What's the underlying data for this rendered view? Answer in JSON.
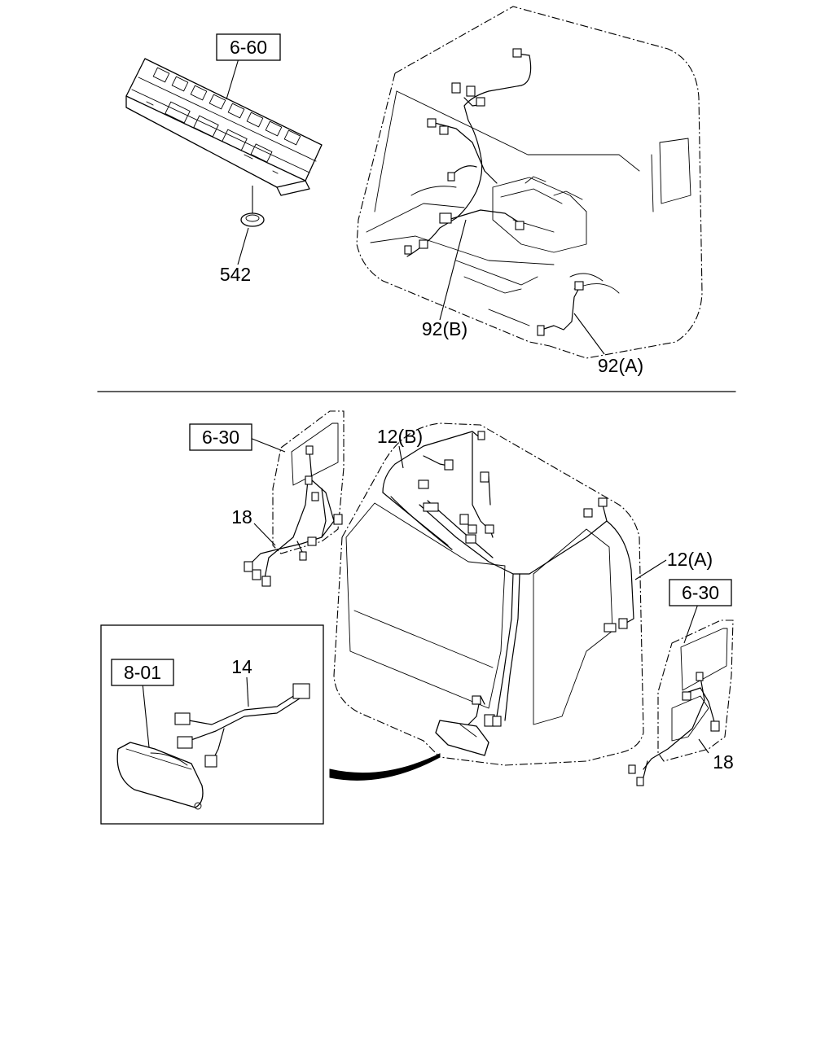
{
  "diagram": {
    "callouts": {
      "ref_6_60": "6-60",
      "part_542": "542",
      "part_92b": "92(B)",
      "part_92a": "92(A)",
      "ref_6_30_left": "6-30",
      "part_18_left": "18",
      "part_12b": "12(B)",
      "part_12a": "12(A)",
      "ref_6_30_right": "6-30",
      "ref_8_01": "8-01",
      "part_14": "14",
      "part_18_right": "18"
    }
  }
}
